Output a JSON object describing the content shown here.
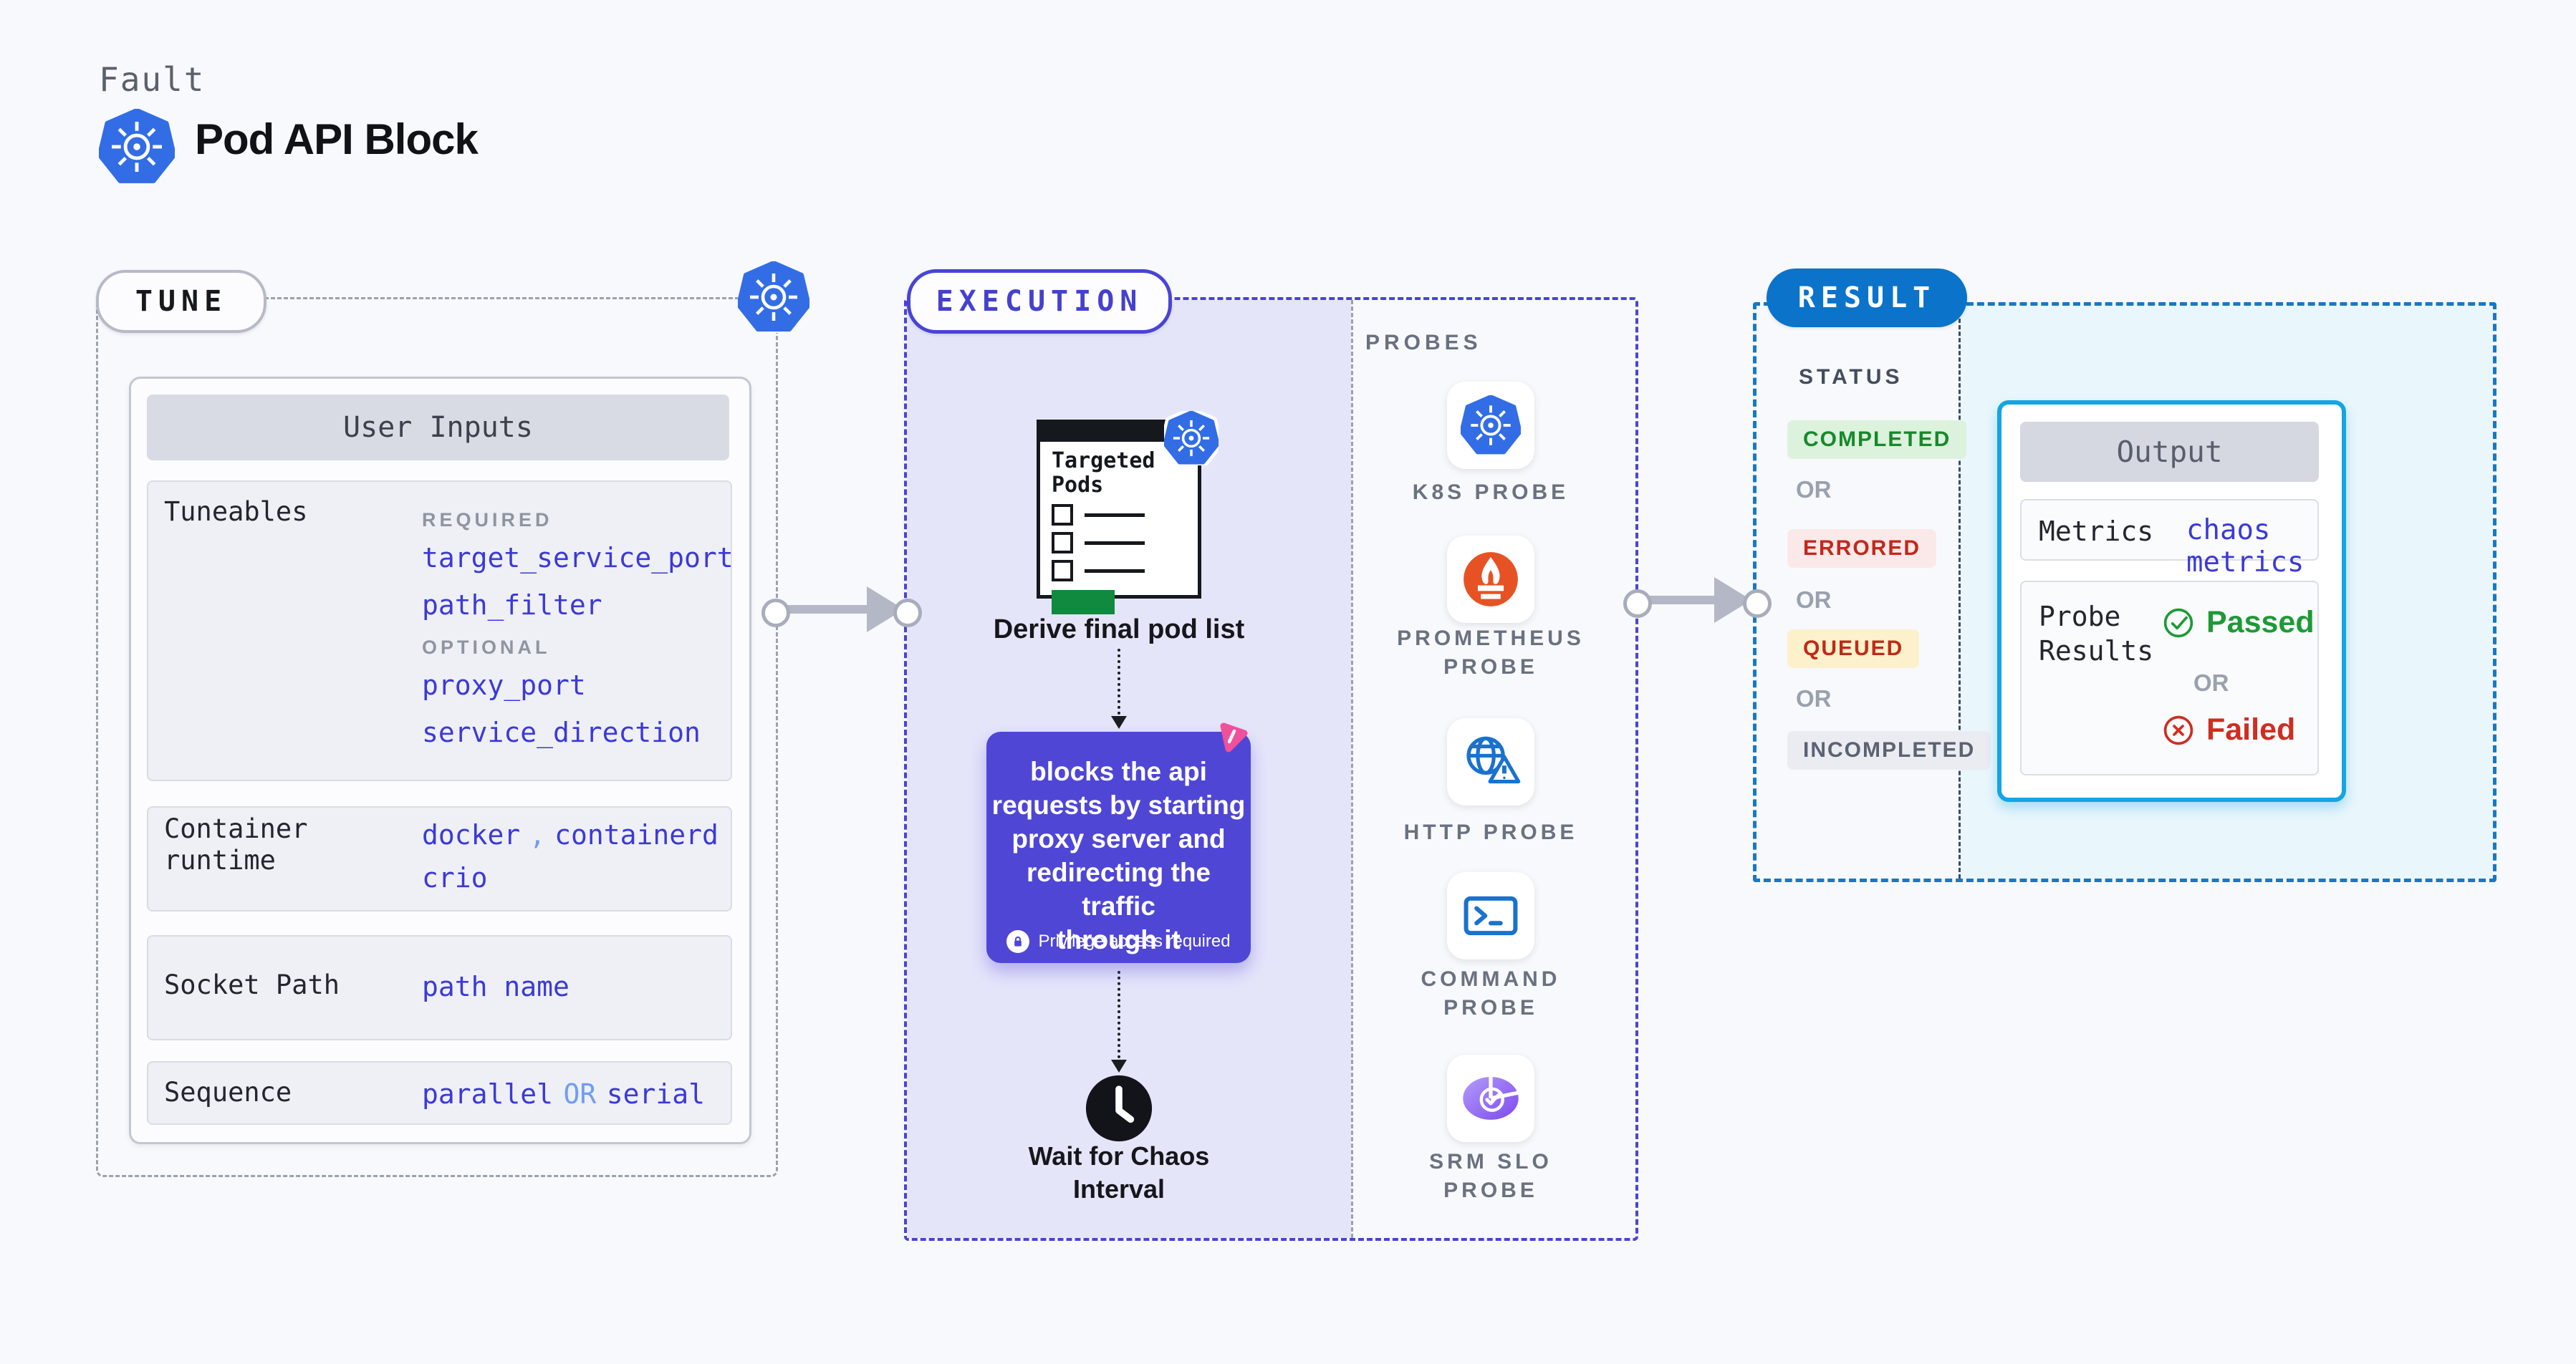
{
  "header": {
    "kicker": "Fault",
    "title": "Pod API Block"
  },
  "tune": {
    "pill": "TUNE",
    "card_title": "User Inputs",
    "tuneables": {
      "label": "Tuneables",
      "required_tag": "REQUIRED",
      "required": [
        "target_service_port",
        "path_filter"
      ],
      "optional_tag": "OPTIONAL",
      "optional": [
        "proxy_port",
        "service_direction"
      ]
    },
    "container_runtime": {
      "label": "Container runtime",
      "values": [
        "docker",
        "containerd",
        "crio"
      ],
      "separator": ","
    },
    "socket_path": {
      "label": "Socket Path",
      "value": "path name"
    },
    "sequence": {
      "label": "Sequence",
      "first": "parallel",
      "connector": "OR",
      "second": "serial"
    }
  },
  "execution": {
    "pill": "EXECUTION",
    "doc_title": "Targeted Pods",
    "derive_caption": "Derive final pod list",
    "action_lines": [
      "blocks the api",
      "requests by starting",
      "proxy server and",
      "redirecting the traffic",
      "through it"
    ],
    "privilege_note": "Privilege access required",
    "wait_line1": "Wait for Chaos",
    "wait_line2": "Interval"
  },
  "probes": {
    "title": "PROBES",
    "items": [
      {
        "icon": "kubernetes-icon",
        "line1": "K8S PROBE"
      },
      {
        "icon": "prometheus-icon",
        "line1": "PROMETHEUS",
        "line2": "PROBE"
      },
      {
        "icon": "http-globe-icon",
        "line1": "HTTP PROBE"
      },
      {
        "icon": "terminal-icon",
        "line1": "COMMAND",
        "line2": "PROBE"
      },
      {
        "icon": "slo-chart-icon",
        "line1": "SRM SLO",
        "line2": "PROBE"
      }
    ]
  },
  "result": {
    "pill": "RESULT",
    "status_label": "STATUS",
    "or": "OR",
    "statuses": [
      {
        "text": "COMPLETED",
        "fg": "#17892b",
        "bg": "#dcf2dc"
      },
      {
        "text": "ERRORED",
        "fg": "#c3271b",
        "bg": "#fbe9e9"
      },
      {
        "text": "QUEUED",
        "fg": "#bf2a18",
        "bg": "#fcf1ca"
      },
      {
        "text": "INCOMPLETED",
        "fg": "#5b6270",
        "bg": "#eaecf2"
      }
    ],
    "output": {
      "title": "Output",
      "metrics_label": "Metrics",
      "metrics_value": "chaos metrics",
      "probe_results_line1": "Probe",
      "probe_results_line2": "Results",
      "passed": "Passed",
      "or": "OR",
      "failed": "Failed"
    }
  },
  "colors": {
    "kubernetes_blue": "#326de6",
    "accent_indigo": "#4f46d6",
    "execution_fill": "#e5e5fa",
    "result_blue": "#0b73ca",
    "result_border": "#1778c8",
    "output_border": "#14a5e2",
    "output_fill": "#e9f6fc",
    "value_indigo": "#3c39d8",
    "passed_green": "#1d9a36",
    "failed_red": "#cf2d20",
    "prometheus_orange": "#e75225",
    "litmus_pink": "#f0509c",
    "targeted_pods_green": "#0f8a3f"
  }
}
